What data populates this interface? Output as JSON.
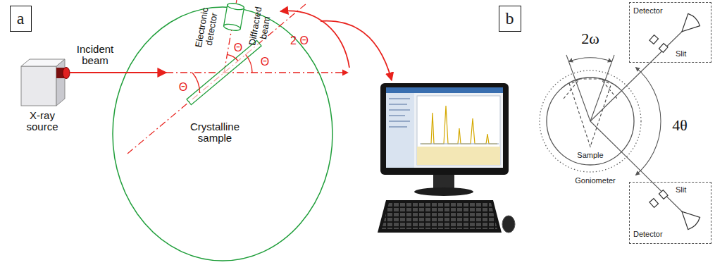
{
  "diagram": {
    "nodes": [
      {
        "text": [
          "a"
        ]
      },
      {
        "text": [
          "b"
        ]
      },
      {
        "text": [
          "Detector",
          "Slit"
        ]
      },
      {
        "text": [
          "Slit",
          "Detector"
        ]
      }
    ],
    "labels": [
      "X-ray source",
      "Incident beam",
      "Electronic detector",
      "Diffracted beam",
      "Crystalline sample",
      "Θ",
      "Θ",
      "Θ",
      "2 Θ",
      "2ω",
      "4θ",
      "Sample",
      "Goniometer"
    ]
  }
}
